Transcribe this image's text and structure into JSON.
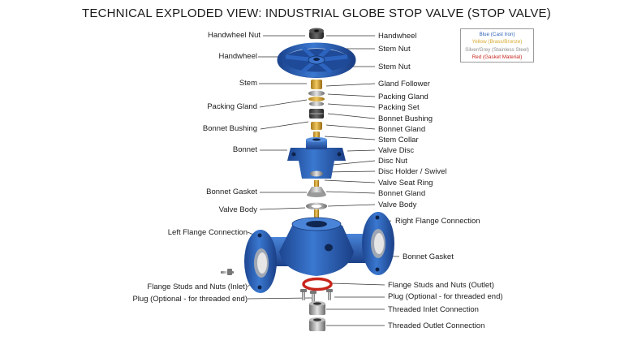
{
  "title": "TECHNICAL EXPLODED VIEW: INDUSTRIAL GLOBE STOP VALVE (STOP VALVE)",
  "legend": [
    {
      "text": "Blue (Cast Iron)",
      "color": "#2f63b8"
    },
    {
      "text": "Yellow (Brass/Bronze)",
      "color": "#d8a92a"
    },
    {
      "text": "Silver/Grey (Stainless Steel)",
      "color": "#8c8c8c"
    },
    {
      "text": "Red (Gasket Material)",
      "color": "#c8261c"
    }
  ],
  "labels_left": [
    "Handwheel Nut",
    "Handwheel",
    "Stem",
    "Packing Gland",
    "Bonnet Bushing",
    "Bonnet",
    "Bonnet Gasket",
    "Valve Body",
    "Left Flange Connection",
    "Flange Studs and Nuts (Inlet)",
    "Plug (Optional - for threaded end)"
  ],
  "labels_right": [
    "Handwheel",
    "Stem Nut",
    "Stem Nut",
    "Gland Follower",
    "Packing Gland",
    "Packing Set",
    "Bonnet Bushing",
    "Bonnet Gland",
    "Stem Collar",
    "Valve Disc",
    "Disc Nut",
    "Disc Holder / Swivel",
    "Valve Seat Ring",
    "Bonnet Gland",
    "Valve Body",
    "Right Flange Connection",
    "Bonnet Gasket",
    "Flange Studs and Nuts (Outlet)",
    "Plug (Optional - for threaded end)",
    "Threaded Inlet Connection",
    "Threaded Outlet Connection"
  ]
}
